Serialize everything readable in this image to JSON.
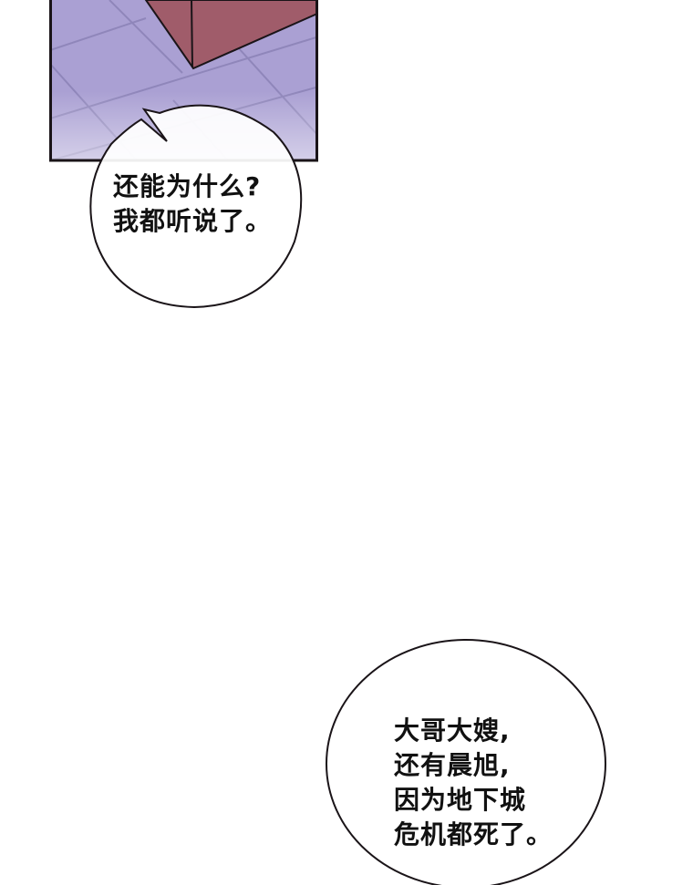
{
  "colors": {
    "floor": "#aaa0d3",
    "floor_grid": "#8f86ba",
    "box": "#a05c6a",
    "outline": "#1a1418"
  },
  "bubbles": [
    {
      "lines": [
        "还能为什么?",
        "我都听说了。"
      ]
    },
    {
      "lines": [
        "大哥大嫂,",
        "还有晨旭,",
        "因为地下城",
        "危机都死了。"
      ]
    }
  ]
}
